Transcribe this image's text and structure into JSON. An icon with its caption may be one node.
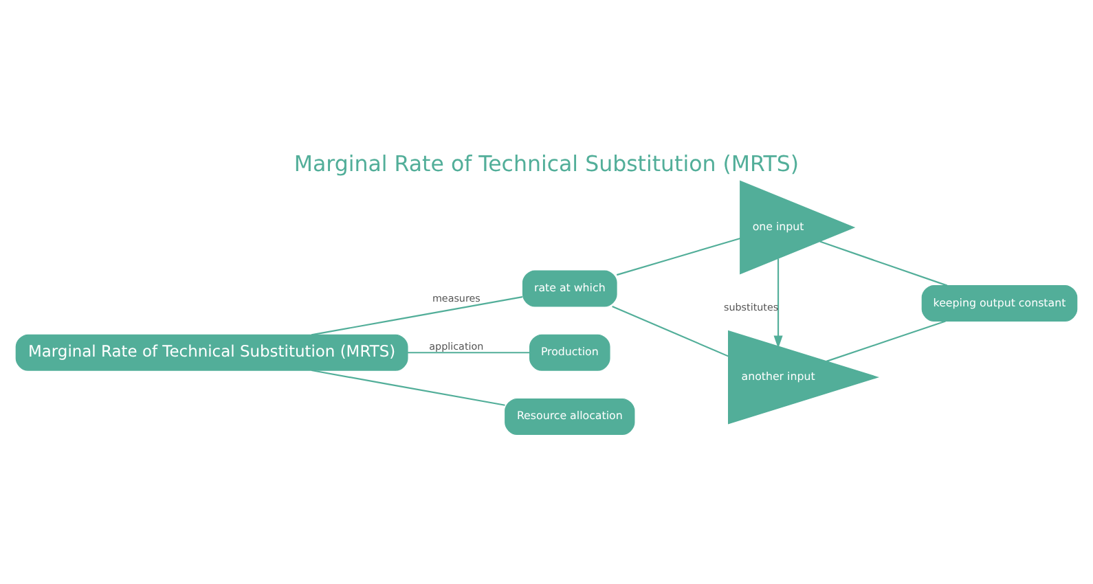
{
  "diagram": {
    "title": "Marginal Rate of Technical Substitution (MRTS)",
    "nodes": [
      {
        "text": [
          "Marginal Rate of Technical Substitution (MRTS)"
        ]
      },
      {
        "text": [
          "rate at which"
        ]
      },
      {
        "text": [
          "one input"
        ]
      },
      {
        "text": [
          "another input"
        ]
      },
      {
        "text": [
          "keeping output constant"
        ]
      },
      {
        "text": [
          "Production"
        ]
      },
      {
        "text": [
          "Resource allocation"
        ]
      }
    ],
    "edges": [
      {
        "from": 0,
        "to": 1,
        "arrow": "none",
        "label": "measures"
      },
      {
        "from": 1,
        "to": 2,
        "arrow": "none"
      },
      {
        "from": 1,
        "to": 3,
        "arrow": "none"
      },
      {
        "from": 2,
        "to": 3,
        "arrow": "to",
        "label": "substitutes"
      },
      {
        "from": 2,
        "to": 4,
        "arrow": "none"
      },
      {
        "from": 3,
        "to": 4,
        "arrow": "none"
      },
      {
        "from": 0,
        "to": 5,
        "arrow": "none",
        "label": "application"
      },
      {
        "from": 0,
        "to": 6,
        "arrow": "none"
      }
    ]
  }
}
